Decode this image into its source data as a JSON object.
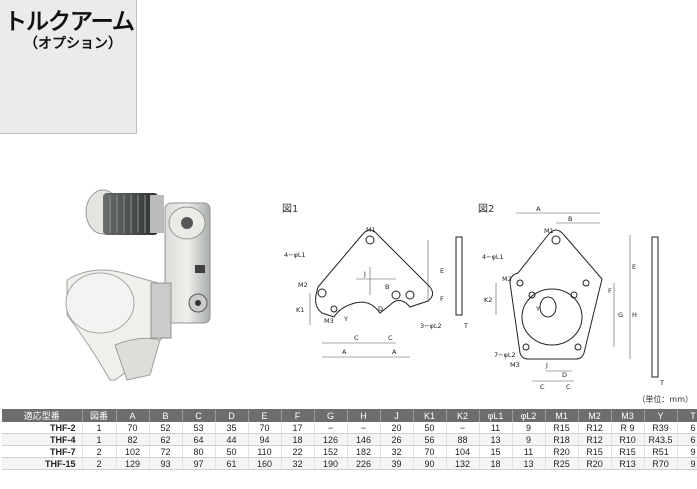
{
  "header": {
    "title": "トルクアーム",
    "subtitle": "（オプション）"
  },
  "figures": {
    "fig1_label": "図1",
    "fig2_label": "図2",
    "unit_note": "（単位：mm）",
    "fig1_labels": {
      "m1": "M1",
      "m2": "M2",
      "m3": "M3",
      "l1": "4−φL1",
      "l2": "3−φL2",
      "a": "A",
      "b": "B",
      "c": "C",
      "d": "D",
      "e": "E",
      "f": "F",
      "j": "J",
      "k1": "K1",
      "y": "Y",
      "t": "T"
    },
    "fig2_labels": {
      "m1": "M1",
      "m2": "M2",
      "m3": "M3",
      "l1": "4−φL1",
      "l2": "7−φL2",
      "a": "A",
      "b": "B",
      "c": "C",
      "d": "D",
      "e": "E",
      "f": "F",
      "g": "G",
      "h": "H",
      "j": "J",
      "k2": "K2",
      "y": "Y",
      "t": "T"
    }
  },
  "table": {
    "headers": [
      "適応型番",
      "図番",
      "A",
      "B",
      "C",
      "D",
      "E",
      "F",
      "G",
      "H",
      "J",
      "K1",
      "K2",
      "φL1",
      "φL2",
      "M1",
      "M2",
      "M3",
      "Y",
      "T"
    ],
    "rows": [
      [
        "THF-2",
        "1",
        "70",
        "52",
        "53",
        "35",
        "70",
        "17",
        "−",
        "−",
        "20",
        "50",
        "−",
        "11",
        "9",
        "R15",
        "R12",
        "R 9",
        "R39",
        "6"
      ],
      [
        "THF-4",
        "1",
        "82",
        "62",
        "64",
        "44",
        "94",
        "18",
        "126",
        "146",
        "26",
        "56",
        "88",
        "13",
        "9",
        "R18",
        "R12",
        "R10",
        "R43.5",
        "6"
      ],
      [
        "THF-7",
        "2",
        "102",
        "72",
        "80",
        "50",
        "110",
        "22",
        "152",
        "182",
        "32",
        "70",
        "104",
        "15",
        "11",
        "R20",
        "R15",
        "R15",
        "R51",
        "9"
      ],
      [
        "THF-15",
        "2",
        "129",
        "93",
        "97",
        "61",
        "160",
        "32",
        "190",
        "226",
        "39",
        "90",
        "132",
        "18",
        "13",
        "R25",
        "R20",
        "R13",
        "R70",
        "9"
      ]
    ]
  }
}
